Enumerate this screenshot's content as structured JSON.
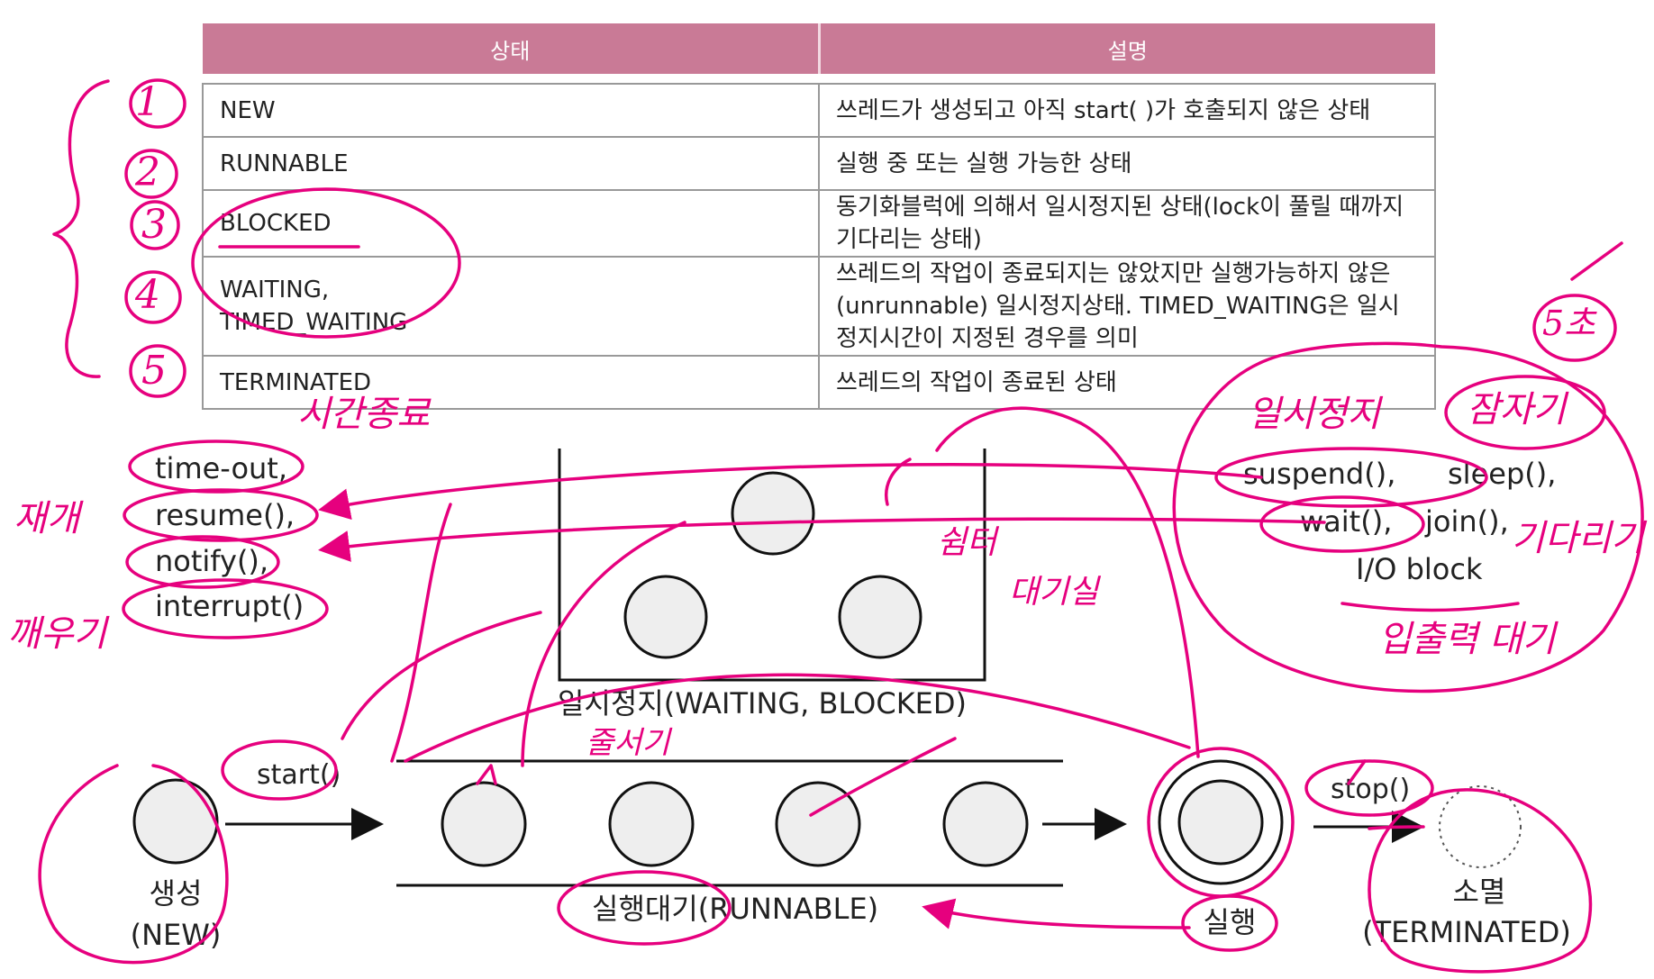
{
  "table": {
    "headers": [
      "상태",
      "설명"
    ],
    "rows": [
      {
        "state": "NEW",
        "desc": "쓰레드가 생성되고 아직 start( )가 호출되지 않은 상태"
      },
      {
        "state": "RUNNABLE",
        "desc": "실행 중 또는 실행 가능한 상태"
      },
      {
        "state": "BLOCKED",
        "desc": "동기화블럭에 의해서 일시정지된 상태(lock이 풀릴 때까지 기다리는 상태)"
      },
      {
        "state": "WAITING,\nTIMED_WAITING",
        "desc": "쓰레드의 작업이 종료되지는 않았지만 실행가능하지 않은(unrunnable) 일시정지상태. TIMED_WAITING은 일시정지시간이 지정된 경우를 의미"
      },
      {
        "state": "TERMINATED",
        "desc": "쓰레드의 작업이 종료된 상태"
      }
    ]
  },
  "diagram": {
    "new_label": "생성",
    "new_sub": "(NEW)",
    "start": "start()",
    "waiting_label": "일시정지(WAITING, BLOCKED)",
    "runnable_label": "실행대기(RUNNABLE)",
    "running_label": "실행",
    "stop": "stop()",
    "terminated_label": "소멸",
    "terminated_sub": "(TERMINATED)",
    "resume_methods": [
      "time-out,",
      "resume(),",
      "notify(),",
      "interrupt()"
    ],
    "pause_methods_line1_a": "suspend(),",
    "pause_methods_line1_b": "sleep(),",
    "pause_methods_line2_a": "wait(),",
    "pause_methods_line2_b": "join(),",
    "pause_methods_line3": "I/O block"
  },
  "handwriting": {
    "numbers": [
      "1",
      "2",
      "3",
      "4",
      "5"
    ],
    "notes": [
      "시간종료",
      "재개",
      "깨우기",
      "쉼터",
      "대기실",
      "줄서기",
      "일시정지",
      "잠자기",
      "기다리기",
      "입출력 대기",
      "5초"
    ]
  },
  "colors": {
    "header_bg": "#c97a96",
    "ink": "#e6007e"
  }
}
